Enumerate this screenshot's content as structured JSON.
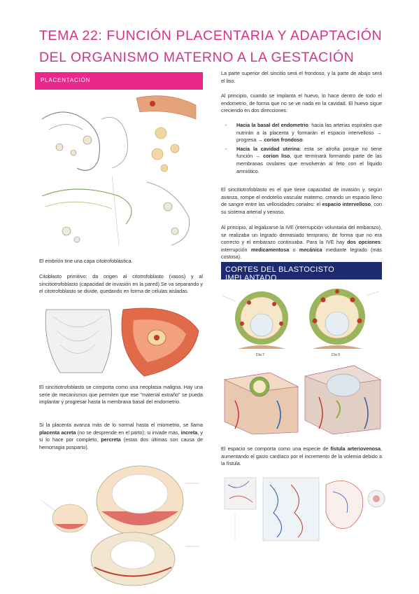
{
  "title": {
    "line1": "TEMA 22: FUNCIÓN PLACENTARIA Y ADAPTACIÓN",
    "line2": "DEL ORGANISMO MATERNO A LA GESTACIÓN"
  },
  "sections": {
    "placentacion": "PLACENTACIÓN",
    "cortes": "CORTES DEL BLASTOCISTO IMPLANTADO"
  },
  "left": {
    "p1": "El embrión tine una capa citotrofoblástica.",
    "p2": "Citoblasto primitivo: da origen al citotrofoblasto (vasos) y al sincitiotrofoblasto (capacidad de invasión en la pared).Se va separando y el citotrofoblasto se divide, quedando en forma de células aisladas.",
    "p3": "El sincitiotrofoblasto se comporta como una neoplasia maligna. Hay una serie de mecanismos que permiten que ese \"material extraño\" se pueda implantar y progresar hasta la membrana basal del endometrio.",
    "p4_a": "Si la placenta avanza más de lo normal hasta el miometrio, se llama ",
    "p4_b": "placenta acreta",
    "p4_c": " (no se desprende en el parto); si invade más, ",
    "p4_d": "increta",
    "p4_e": ", y si lo hace por completo, ",
    "p4_f": "percreta",
    "p4_g": " (estas dos últimas son causa de hemorragia posparto)."
  },
  "right": {
    "p1": "La parte superior del sincitio será el frondoso, y la parte de abajo será el liso.",
    "p2": "Al principio, cuando se implanta el huevo, lo hace dentro de todo el endometrio, de forma que no se ve nada en la cavidad. El huevo sigue creciendo en dos direcciones:",
    "b1_a": "Hacia la basal del endometrio",
    "b1_b": ": hacia las arterias espirales que nutrirán a la placenta y formarán el espacio intervelloso → progresa → ",
    "b1_c": "corion frondoso",
    "b1_d": ".",
    "b2_a": "Hacia la cavidad uterina",
    "b2_b": ": esta se atrofia porque no tiene función → ",
    "b2_c": "corion liso",
    "b2_d": ", que terminará formando parte de las membranas ovulares que envolverán al feto con el líquido amniótico.",
    "p3_a": "El sincitiotrofoblasto es el que tiene capacidad de invasión y, según avanza, rompe el endotelio vascular materno, creando un espacio lleno de sangre entre las vellosidades coriales: el ",
    "p3_b": "espacio intervelloso",
    "p3_c": ", con su sistema arterial y venoso.",
    "p4_a": "Al principio, al legalizarse la IVE (interrupción voluntaria del embarazo), se realizaba un legrado demasiado temprano, de forma que no era correcto y el embarazo continuaba. Para la IVE hay ",
    "p4_b": "dos opciones",
    "p4_c": ": interrupción ",
    "p4_d": "medicamentosa",
    "p4_e": " o ",
    "p4_f": "mecánica",
    "p4_g": " mediante legrado (más costosa).",
    "p5_a": "El espacio se comporta como una especie de ",
    "p5_b": "fístula arteriovenosa",
    "p5_c": ", aumentando el gasto cardíaco por el incremento de la volemia debido a la fístula."
  },
  "figures": {
    "implant_caption_1": "Día 7",
    "implant_caption_2": "Día 9",
    "colors": {
      "pink": "#e8288a",
      "navy": "#1d2b6e",
      "tissue": "#e9c8b0",
      "villi": "#8fae4a",
      "blood": "#c0392b"
    }
  }
}
